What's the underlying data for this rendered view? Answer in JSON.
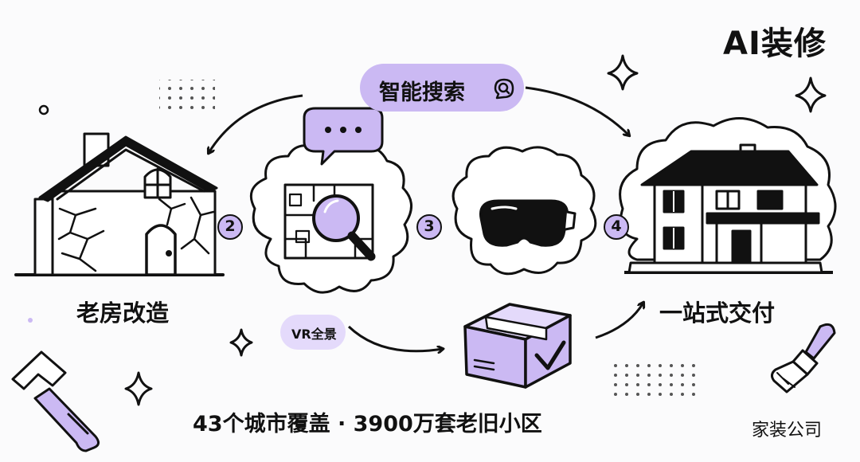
{
  "brand": {
    "title": "AI装修"
  },
  "search": {
    "label": "智能搜索",
    "icon": "chat-search-icon"
  },
  "vr": {
    "label": "VR全景"
  },
  "steps": [
    {
      "number": "2",
      "icon": "floorplan-magnifier-icon"
    },
    {
      "number": "3",
      "icon": "vr-headset-icon"
    },
    {
      "number": "4",
      "icon": "new-house-icon"
    }
  ],
  "left": {
    "label": "老房改造",
    "icon": "old-house-icon"
  },
  "right": {
    "label": "一站式交付",
    "icon": "delivery-box-icon"
  },
  "tagline": "43个城市覆盖 · 3900万套老旧小区",
  "company": "家装公司",
  "colors": {
    "accent": "#cbb9f3",
    "accent_light": "#e4dafb",
    "ink": "#111111",
    "background": "#fbfbfc"
  }
}
